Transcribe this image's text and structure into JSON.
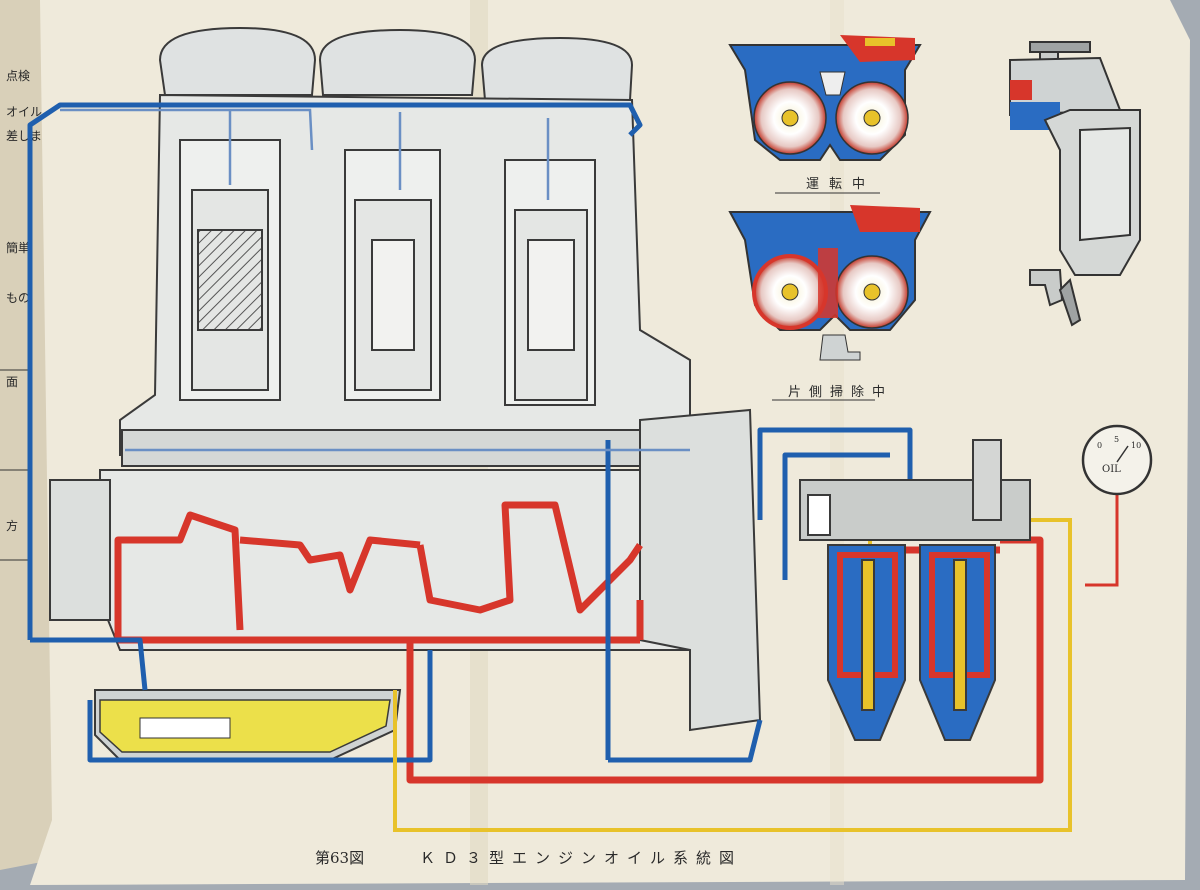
{
  "figure": {
    "number_label": "第63図",
    "caption": "ＫＤ３型エンジンオイル系統図"
  },
  "inset_labels": {
    "running": "運転中",
    "one_side_cleaning": "片側掃除中"
  },
  "gauge": {
    "scale_marks": [
      "0",
      "5",
      "10"
    ],
    "text": "OIL"
  },
  "left_page_fragments": [
    "点検",
    "オイル",
    "差しま",
    "簡単",
    "もの",
    "面",
    "方"
  ],
  "colors": {
    "pressure_oil": "#d7362b",
    "return_oil": "#1f5fae",
    "gauge_line": "#e8c22a",
    "sump_oil": "#ece04a",
    "paper": "#efeadb",
    "ink": "#3a3a3a"
  }
}
